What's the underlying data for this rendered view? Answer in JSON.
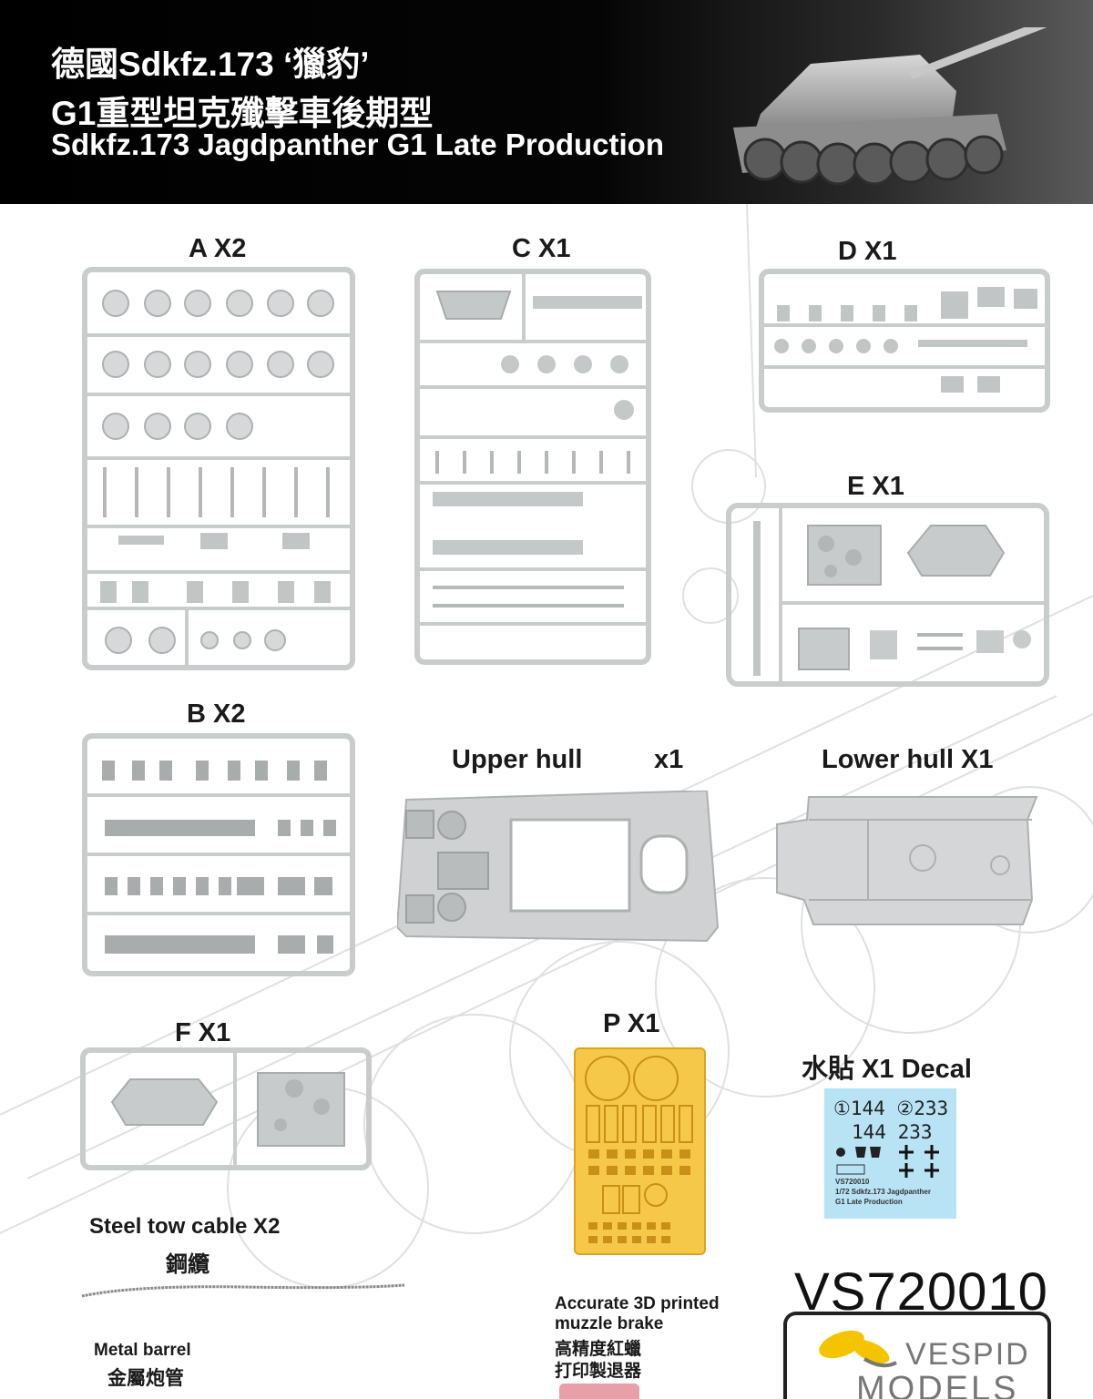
{
  "header": {
    "title_zh_1": "德國Sdkfz.173 ‘獵豹’",
    "title_zh_2": "G1重型坦克殲擊車後期型",
    "title_en": "Sdkfz.173 Jagdpanther G1 Late Production"
  },
  "parts": {
    "a": "A X2",
    "b": "B X2",
    "c": "C X1",
    "d": "D X1",
    "e": "E X1",
    "f": "F X1",
    "p": "P X1",
    "upper_hull": "Upper hull",
    "upper_hull_qty": "x1",
    "lower_hull": "Lower hull X1",
    "decal": "水貼 X1 Decal"
  },
  "decal_sheet": {
    "row1": "①144 ②233",
    "row2": "144  233",
    "code": "VS720010",
    "line1": "1/72 Sdkfz.173 Jagdpanther",
    "line2": "G1 Late Production"
  },
  "notes": {
    "tow_cable_en": "Steel tow cable  X2",
    "tow_cable_zh": "鋼纜",
    "barrel_en": "Metal barrel",
    "barrel_zh": "金屬炮管",
    "muzzle_en_1": "Accurate 3D printed",
    "muzzle_en_2": "muzzle brake",
    "muzzle_zh_1": "高精度紅蠟",
    "muzzle_zh_2": "打印製退器"
  },
  "product_code": "VS720010",
  "brand": {
    "line1": "VESPID",
    "line2": "MODELS"
  },
  "colors": {
    "header_bg": "#000000",
    "sprue_gray": "#c9cccd",
    "photo_etch": "#f6c84a",
    "decal_bg": "#b7e3f5",
    "logo_yellow": "#f5c400"
  }
}
